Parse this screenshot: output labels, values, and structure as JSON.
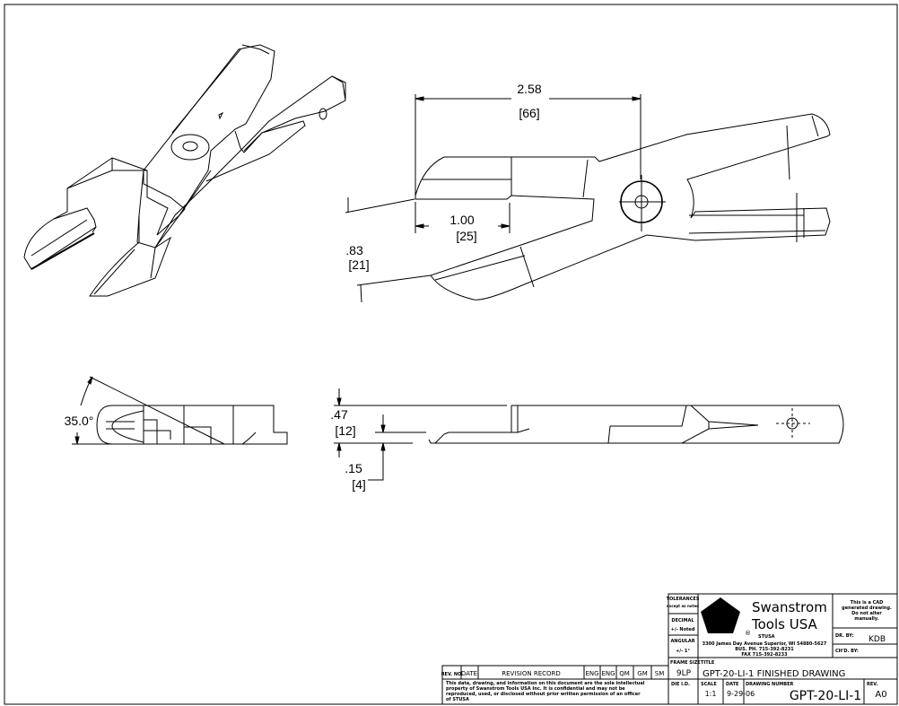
{
  "dimensions": {
    "length": "2.58",
    "length_mm": "[66]",
    "blade": "1.00",
    "blade_mm": "[25]",
    "opening": ".83",
    "opening_mm": "[21]",
    "angle": "35.0°",
    "thickness": ".47",
    "thickness_mm": "[12]",
    "offset": ".15",
    "offset_mm": "[4]"
  },
  "revision_record": {
    "headers": [
      "REV. NO",
      "DATE",
      "REVISION RECORD",
      "ENG",
      "ENG",
      "QM",
      "GM",
      "SM"
    ],
    "notice": [
      "This data, drawing, and information on this document are the sole intellectual",
      "property of Swanstrom Tools USA Inc.  It is confidential and may not be",
      "reproduced, used, or disclosed without prior written permission of an officer",
      "of STUSA"
    ]
  },
  "title_block": {
    "tolerances_label": "TOLERANCES",
    "tolerances_sub": "except as noted",
    "decimal_label": "DECIMAL",
    "decimal_value": "+/- Noted",
    "angular_label": "ANGULAR",
    "angular_value": "+/- 1°",
    "company_line1": "Swanstrom",
    "company_line2": "Tools USA",
    "company_abbr": "STUSA",
    "registered": "®",
    "address": "3300 James Day Avenue Superior, WI 54880-5627",
    "phone": "BUS. PH. 715-392-8231",
    "fax": "FAX  715-392-8233",
    "cad_note": [
      "This is a CAD",
      "generated drawing.",
      "Do not alter",
      "manually."
    ],
    "drawn_by_label": "DR. BY:",
    "drawn_by": "KDB",
    "checked_by_label": "CH'D. BY:",
    "frame_size_label": "FRAME SIZE",
    "frame_size": "9LP",
    "title_label": "TITLE",
    "title": "GPT-20-LI-1 FINISHED DRAWING",
    "die_id_label": "DIE I.D.",
    "scale_label": "SCALE",
    "scale": "1:1",
    "date_label": "DATE",
    "date": "9-29-06",
    "drawing_number_label": "DRAWING NUMBER",
    "drawing_number": "GPT-20-LI-1",
    "rev_label": "REV.",
    "rev": "A0"
  }
}
